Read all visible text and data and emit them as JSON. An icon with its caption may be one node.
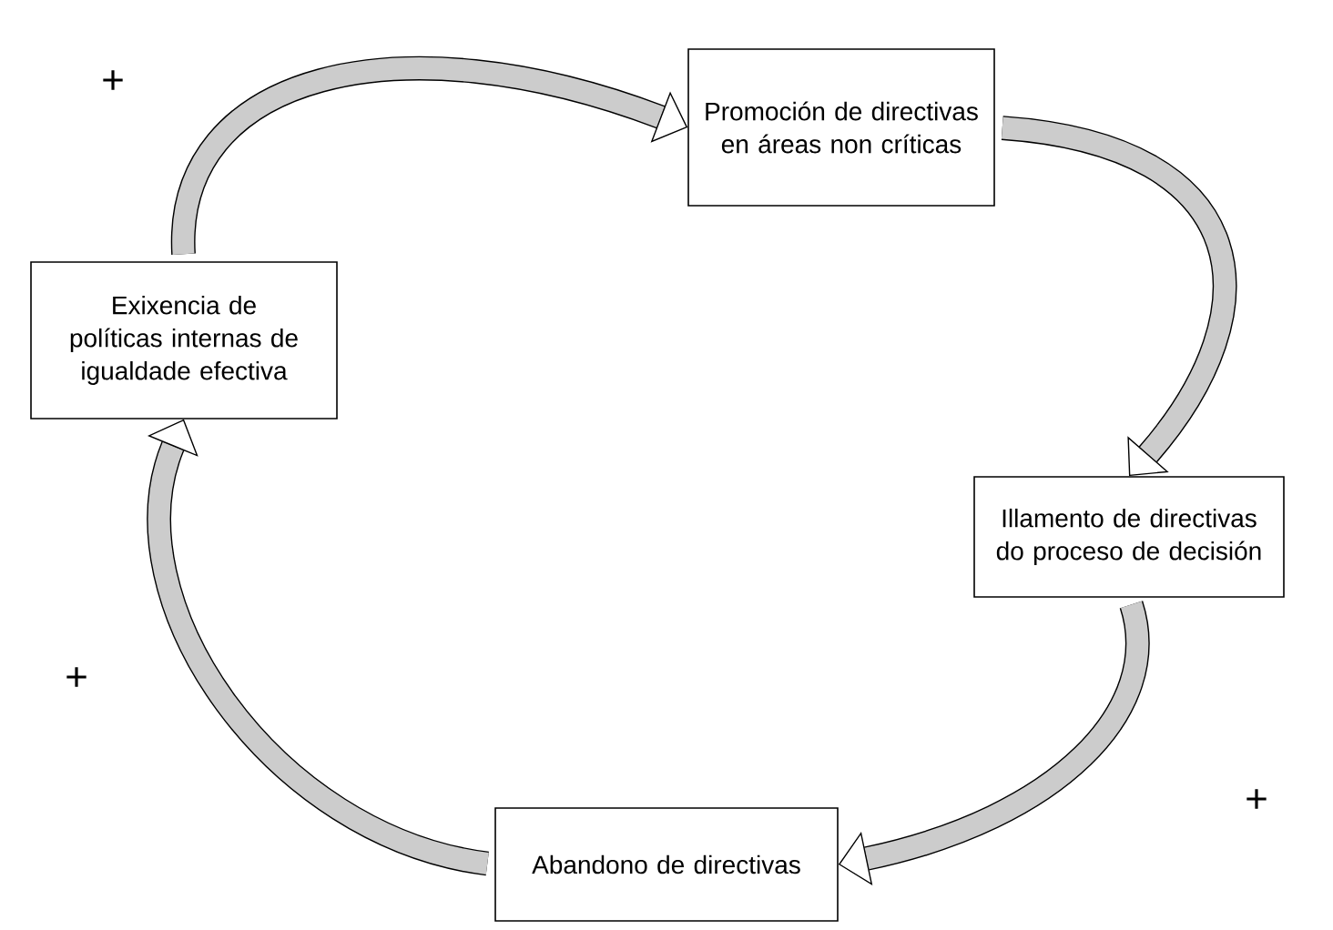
{
  "diagram": {
    "nodes": [
      {
        "text": [
          "Promoción de directivas en áreas non críticas"
        ]
      },
      {
        "text": [
          "Illamento de directivas do proceso de decisión"
        ]
      },
      {
        "text": [
          "Abandono de directivas"
        ]
      },
      {
        "text": [
          "Exixencia de políticas internas de igualdade efectiva"
        ]
      }
    ],
    "edges": [
      {
        "from": 3,
        "to": 0,
        "arrow": "to"
      },
      {
        "from": 0,
        "to": 1,
        "arrow": "to"
      },
      {
        "from": 1,
        "to": 2,
        "arrow": "to"
      },
      {
        "from": 2,
        "to": 3,
        "arrow": "to"
      }
    ],
    "labels": [
      "+",
      "+",
      "+"
    ]
  }
}
